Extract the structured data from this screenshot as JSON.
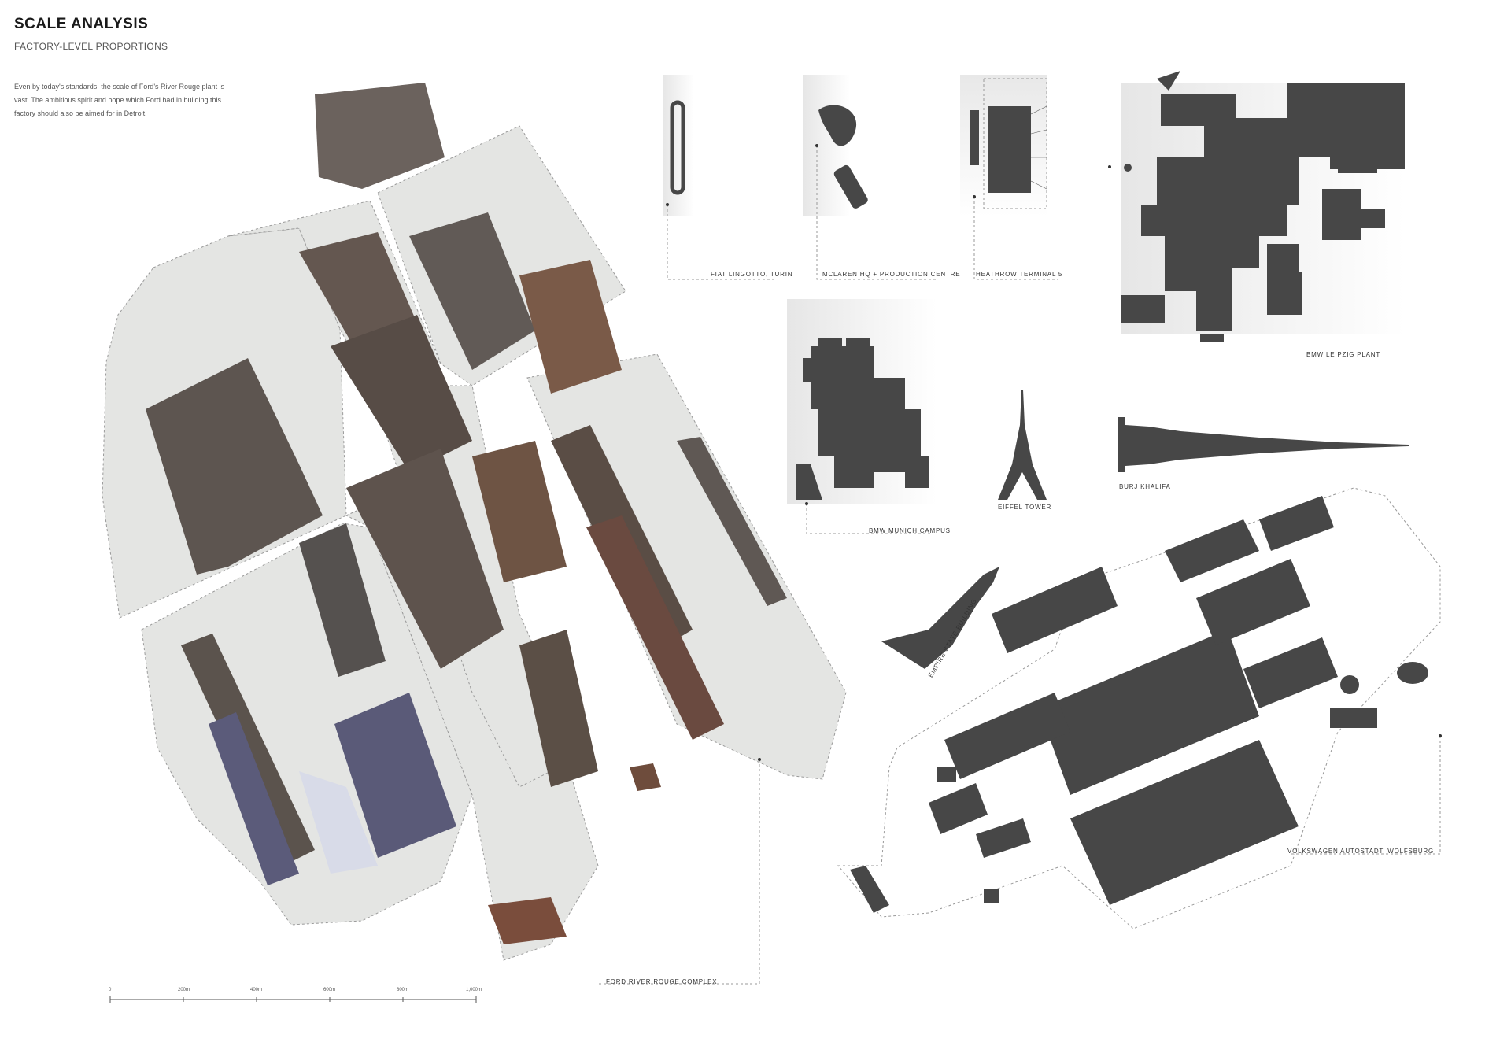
{
  "header": {
    "title": "SCALE ANALYSIS",
    "subtitle": "FACTORY-LEVEL PROPORTIONS"
  },
  "intro": "Even by today's standards, the scale of Ford's River Rouge plant is vast. The ambitious spirit and hope which Ford had in building this factory should also be aimed for in Detroit.",
  "labels": {
    "ford": "FORD RIVER ROUGE COMPLEX",
    "fiat": "FIAT LINGOTTO, TURIN",
    "mclaren": "MCLAREN HQ + PRODUCTION CENTRE",
    "heathrow": "HEATHROW TERMINAL 5",
    "bmw_leipzig": "BMW LEIPZIG PLANT",
    "bmw_munich": "BMW MUNICH CAMPUS",
    "eiffel": "EIFFEL TOWER",
    "burj": "BURJ KHALIFA",
    "empire": "EMPIRE STATE BUILDING",
    "vw": "VOLKSWAGEN AUTOSTADT, WOLFSBURG"
  },
  "scale_bar": {
    "ticks": [
      "0",
      "200m",
      "400m",
      "600m",
      "800m",
      "1,000m"
    ]
  },
  "colors": {
    "footprint": "#474747",
    "site": "#e3e4e2",
    "aerial_dark": "#5f5650",
    "aerial_brown": "#6b5447",
    "aerial_blue": "#6a6a8a"
  }
}
